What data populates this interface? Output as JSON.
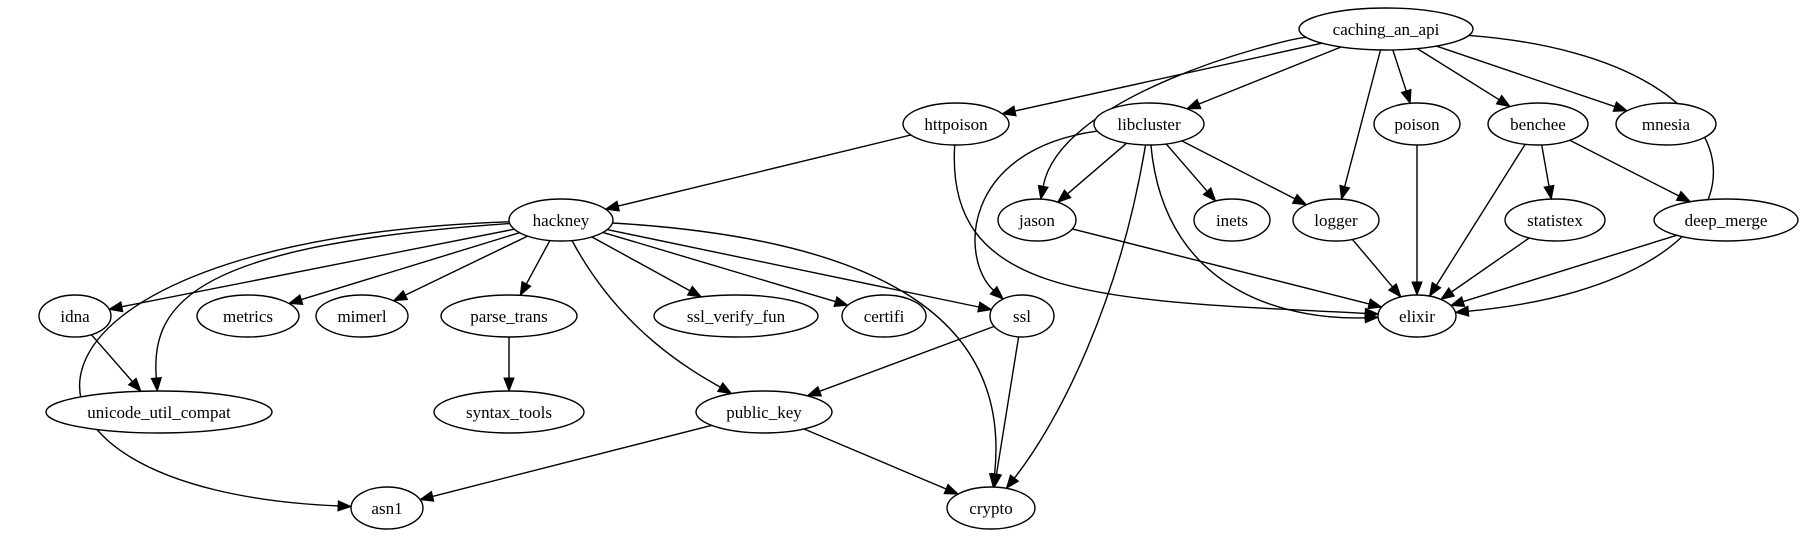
{
  "graph": {
    "nodes": [
      {
        "id": "caching_an_api",
        "label": "caching_an_api"
      },
      {
        "id": "httpoison",
        "label": "httpoison"
      },
      {
        "id": "libcluster",
        "label": "libcluster"
      },
      {
        "id": "poison",
        "label": "poison"
      },
      {
        "id": "benchee",
        "label": "benchee"
      },
      {
        "id": "mnesia",
        "label": "mnesia"
      },
      {
        "id": "hackney",
        "label": "hackney"
      },
      {
        "id": "jason",
        "label": "jason"
      },
      {
        "id": "inets",
        "label": "inets"
      },
      {
        "id": "logger",
        "label": "logger"
      },
      {
        "id": "statistex",
        "label": "statistex"
      },
      {
        "id": "deep_merge",
        "label": "deep_merge"
      },
      {
        "id": "idna",
        "label": "idna"
      },
      {
        "id": "metrics",
        "label": "metrics"
      },
      {
        "id": "mimerl",
        "label": "mimerl"
      },
      {
        "id": "parse_trans",
        "label": "parse_trans"
      },
      {
        "id": "ssl_verify_fun",
        "label": "ssl_verify_fun"
      },
      {
        "id": "certifi",
        "label": "certifi"
      },
      {
        "id": "ssl",
        "label": "ssl"
      },
      {
        "id": "elixir",
        "label": "elixir"
      },
      {
        "id": "unicode_util_compat",
        "label": "unicode_util_compat"
      },
      {
        "id": "syntax_tools",
        "label": "syntax_tools"
      },
      {
        "id": "public_key",
        "label": "public_key"
      },
      {
        "id": "asn1",
        "label": "asn1"
      },
      {
        "id": "crypto",
        "label": "crypto"
      }
    ],
    "edges": [
      {
        "from": "caching_an_api",
        "to": "httpoison"
      },
      {
        "from": "caching_an_api",
        "to": "jason"
      },
      {
        "from": "caching_an_api",
        "to": "libcluster"
      },
      {
        "from": "caching_an_api",
        "to": "logger"
      },
      {
        "from": "caching_an_api",
        "to": "poison"
      },
      {
        "from": "caching_an_api",
        "to": "benchee"
      },
      {
        "from": "caching_an_api",
        "to": "mnesia"
      },
      {
        "from": "caching_an_api",
        "to": "elixir"
      },
      {
        "from": "httpoison",
        "to": "hackney"
      },
      {
        "from": "httpoison",
        "to": "elixir"
      },
      {
        "from": "libcluster",
        "to": "jason"
      },
      {
        "from": "libcluster",
        "to": "inets"
      },
      {
        "from": "libcluster",
        "to": "logger"
      },
      {
        "from": "libcluster",
        "to": "ssl"
      },
      {
        "from": "libcluster",
        "to": "crypto"
      },
      {
        "from": "libcluster",
        "to": "elixir"
      },
      {
        "from": "poison",
        "to": "elixir"
      },
      {
        "from": "benchee",
        "to": "statistex"
      },
      {
        "from": "benchee",
        "to": "deep_merge"
      },
      {
        "from": "benchee",
        "to": "elixir"
      },
      {
        "from": "jason",
        "to": "elixir"
      },
      {
        "from": "logger",
        "to": "elixir"
      },
      {
        "from": "statistex",
        "to": "elixir"
      },
      {
        "from": "deep_merge",
        "to": "elixir"
      },
      {
        "from": "hackney",
        "to": "idna"
      },
      {
        "from": "hackney",
        "to": "metrics"
      },
      {
        "from": "hackney",
        "to": "mimerl"
      },
      {
        "from": "hackney",
        "to": "parse_trans"
      },
      {
        "from": "hackney",
        "to": "ssl_verify_fun"
      },
      {
        "from": "hackney",
        "to": "certifi"
      },
      {
        "from": "hackney",
        "to": "ssl"
      },
      {
        "from": "hackney",
        "to": "unicode_util_compat"
      },
      {
        "from": "hackney",
        "to": "public_key"
      },
      {
        "from": "hackney",
        "to": "crypto"
      },
      {
        "from": "hackney",
        "to": "asn1"
      },
      {
        "from": "idna",
        "to": "unicode_util_compat"
      },
      {
        "from": "parse_trans",
        "to": "syntax_tools"
      },
      {
        "from": "ssl",
        "to": "public_key"
      },
      {
        "from": "ssl",
        "to": "crypto"
      },
      {
        "from": "public_key",
        "to": "asn1"
      },
      {
        "from": "public_key",
        "to": "crypto"
      }
    ]
  }
}
